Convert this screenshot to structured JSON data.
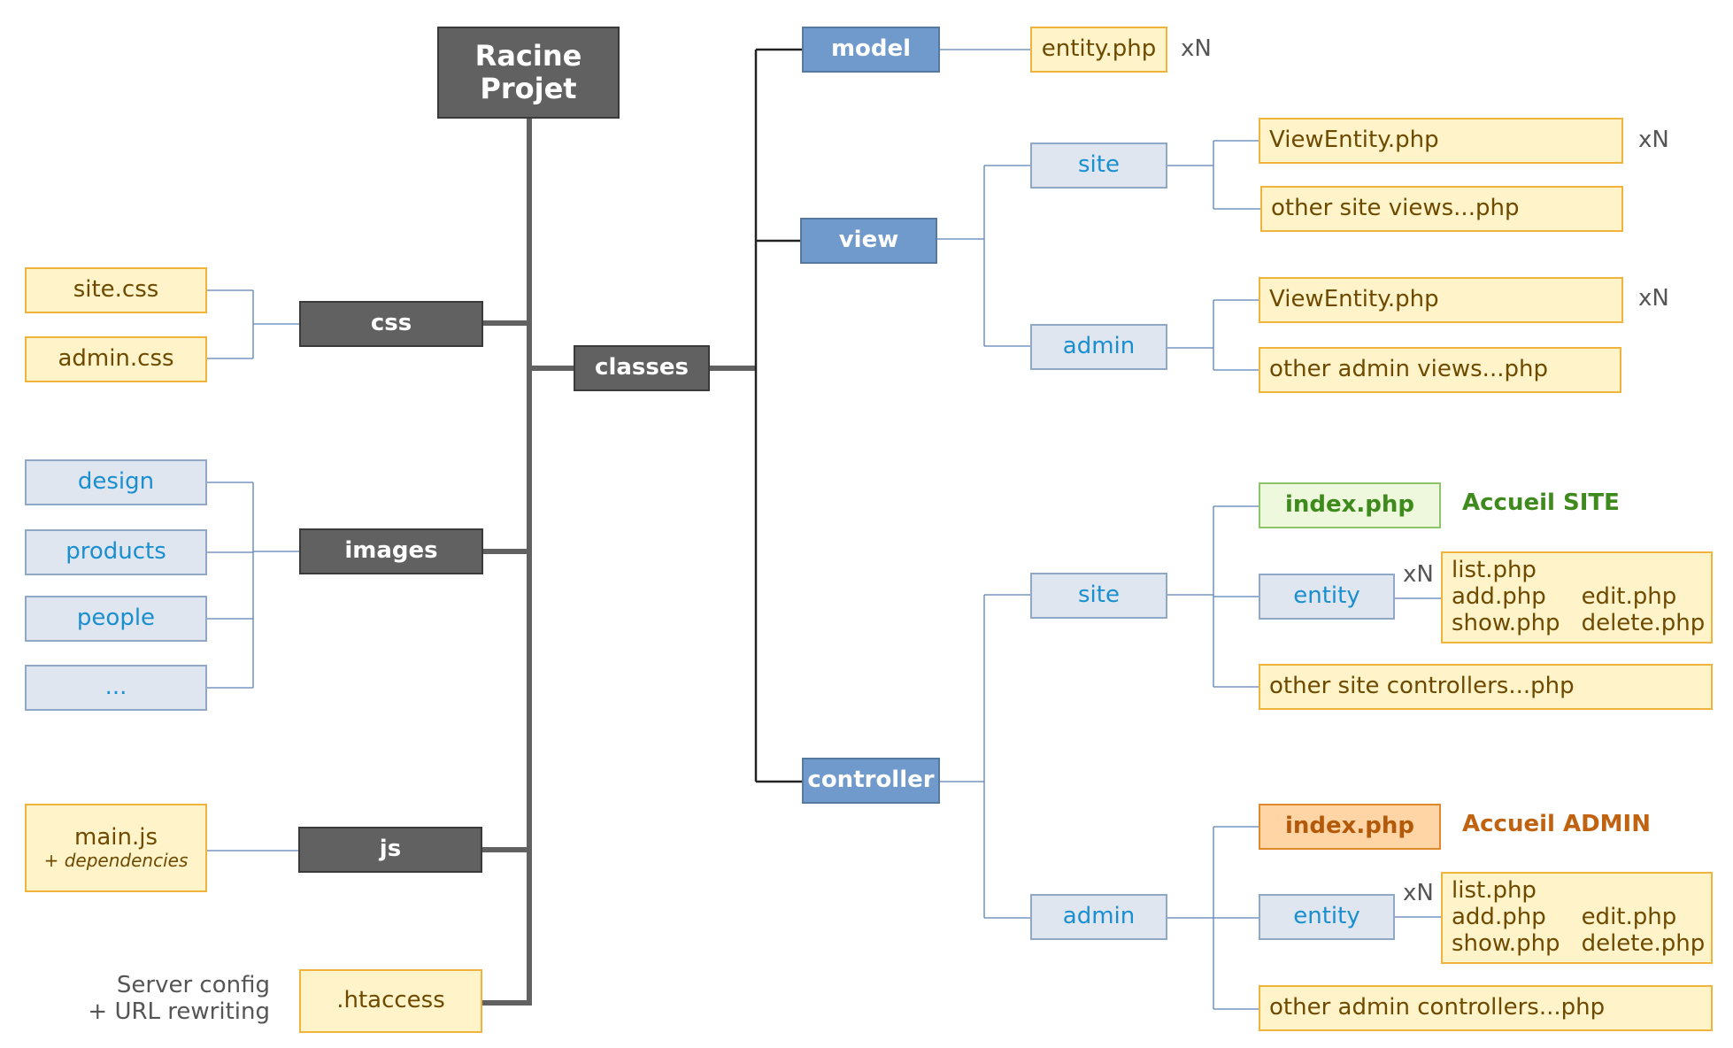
{
  "nodes": {
    "root": "Racine\nProjet",
    "css": "css",
    "site_css": "site.css",
    "admin_css": "admin.css",
    "images": "images",
    "design": "design",
    "products": "products",
    "people": "people",
    "ellipsis": "...",
    "js": "js",
    "main_js": "main.js",
    "main_js_sub": "+ dependencies",
    "htaccess": ".htaccess",
    "server_config": "Server config\n+ URL rewriting",
    "classes": "classes",
    "model": "model",
    "entity_php": "entity.php",
    "view": "view",
    "view_site": "site",
    "view_site_entity": "ViewEntity.php",
    "view_site_other": "other site views...php",
    "view_admin": "admin",
    "view_admin_entity": "ViewEntity.php",
    "view_admin_other": "other admin views...php",
    "controller": "controller",
    "ctrl_site": "site",
    "ctrl_site_index": "index.php",
    "ctrl_site_index_label": "Accueil SITE",
    "ctrl_site_entity": "entity",
    "ctrl_site_other": "other site controllers...php",
    "ctrl_admin": "admin",
    "ctrl_admin_index": "index.php",
    "ctrl_admin_index_label": "Accueil ADMIN",
    "ctrl_admin_entity": "entity",
    "ctrl_admin_other": "other admin controllers...php"
  },
  "entity_files": {
    "list": "list.php",
    "add": "add.php",
    "edit": "edit.php",
    "show": "show.php",
    "delete": "delete.php"
  },
  "multiplier": "xN",
  "colors": {
    "dark": "#616161",
    "blue": "#7099cc",
    "light_blue": "#dfe6ef",
    "yellow": "#fff3c9",
    "green": "#eef8dc",
    "orange": "#ffd5a6"
  }
}
